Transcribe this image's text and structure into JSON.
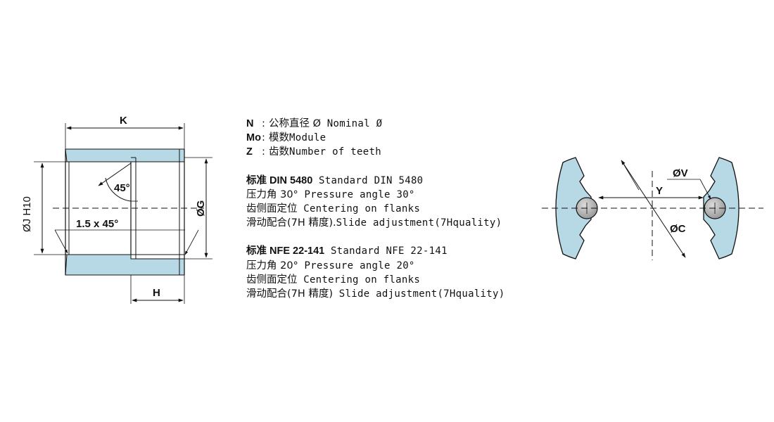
{
  "bushing": {
    "label_k": "K",
    "label_h": "H",
    "label_j": "ØJ H10",
    "label_g": "ØG",
    "label_angle": "45°",
    "label_chamfer": "1.5 x 45°"
  },
  "legend": {
    "rows": [
      {
        "key": "N",
        "colon": ":",
        "zh": "公称直径 Ø",
        "en": " Nominal Ø"
      },
      {
        "key": "Mo",
        "colon": ":",
        "zh": "模数",
        "en": "Module"
      },
      {
        "key": "Z",
        "colon": ":",
        "zh": "齿数",
        "en": "Number of teeth"
      }
    ],
    "din": {
      "head_zh": "标准 ",
      "head_bold": "DIN 5480",
      "head_en": " Standard DIN 5480",
      "l1_zh": "压力角 30°",
      "l1_en": "  Pressure angle 30°",
      "l2_zh": "齿侧面定位",
      "l2_en": "  Centering on flanks",
      "l3_zh": "滑动配合(7H 精度).",
      "l3_en": "Slide adjustment(7Hquality)"
    },
    "nfe": {
      "head_zh": "标准 ",
      "head_bold": "NFE 22-141",
      "head_en": "  Standard NFE 22-141",
      "l1_zh": "压力角 20°",
      "l1_en": "  Pressure angle 20°",
      "l2_zh": "齿侧面定位",
      "l2_en": "  Centering on flanks",
      "l3_zh": "滑动配合(7H 精度)",
      "l3_en": " Slide adjustment(7Hquality)"
    }
  },
  "spline": {
    "label_v": "ØV",
    "label_y": "Y",
    "label_c": "ØC"
  },
  "colors": {
    "section_fill": "#b7d9e6",
    "ball_fill": "#b5b5b5",
    "line": "#111111"
  }
}
